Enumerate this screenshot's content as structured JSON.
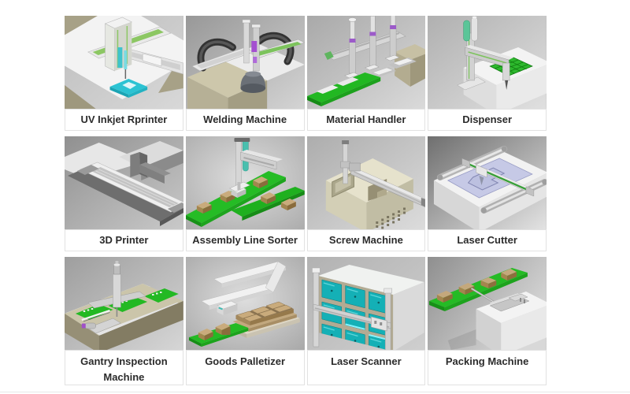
{
  "page": {
    "background": "#ffffff",
    "divider_color": "#e7e7e7"
  },
  "grid": {
    "rows": 3,
    "cols": 4,
    "items": [
      {
        "id": "uv-inkjet-printer",
        "label": "UV Inkjet Rprinter"
      },
      {
        "id": "welding-machine",
        "label": "Welding Machine"
      },
      {
        "id": "material-handler",
        "label": "Material Handler"
      },
      {
        "id": "dispenser",
        "label": "Dispenser"
      },
      {
        "id": "3d-printer",
        "label": "3D Printer"
      },
      {
        "id": "assembly-line-sorter",
        "label": "Assembly Line Sorter"
      },
      {
        "id": "screw-machine",
        "label": "Screw Machine"
      },
      {
        "id": "laser-cutter",
        "label": "Laser Cutter"
      },
      {
        "id": "gantry-inspection-machine",
        "label": "Gantry Inspection Machine"
      },
      {
        "id": "goods-palletizer",
        "label": "Goods Palletizer"
      },
      {
        "id": "laser-scanner",
        "label": "Laser Scanner"
      },
      {
        "id": "packing-machine",
        "label": "Packing Machine"
      }
    ]
  },
  "palette": {
    "conveyor_green": "#25bb25",
    "rail_green": "#86c755",
    "pad_cyan": "#2cc3d3",
    "panel_teal": "#14b0b6",
    "carton_tan": "#c9ab7c",
    "chassis_beige": "#e6e2cc",
    "metal_light": "#e8e8e8",
    "metal_dark": "#6e6e6e",
    "accent_purple": "#a44fd0",
    "caption_border": "#e2e2e2",
    "caption_text": "#2b2b2b"
  }
}
